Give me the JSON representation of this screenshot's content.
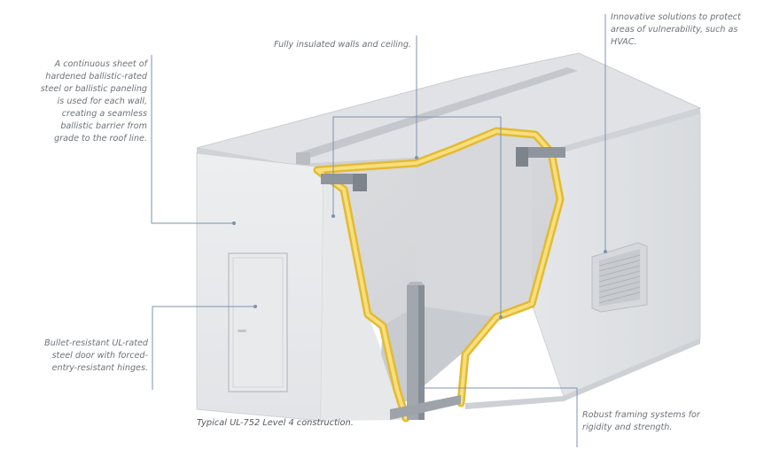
{
  "callouts": {
    "walls": "A continuous sheet of hardened ballistic-rated steel or ballistic paneling is used for each wall, creating a seamless ballistic barrier from grade to the roof line.",
    "insulation": "Fully insulated walls and ceiling.",
    "hvac": "Innovative solutions to protect areas of vulnerability, such as HVAC.",
    "door": "Bullet-resistant UL-rated steel door with forced-entry-resistant hinges.",
    "framing": "Robust framing systems for rigidity and strength."
  },
  "caption": "Typical UL-752 Level 4 construction.",
  "colors": {
    "wall": "#e9eaec",
    "roof": "#dfe1e4",
    "interior": "#d9dadc",
    "insulation": "#f1cc4a",
    "frame": "#9aa0a6",
    "leader": "#7f93ad"
  }
}
